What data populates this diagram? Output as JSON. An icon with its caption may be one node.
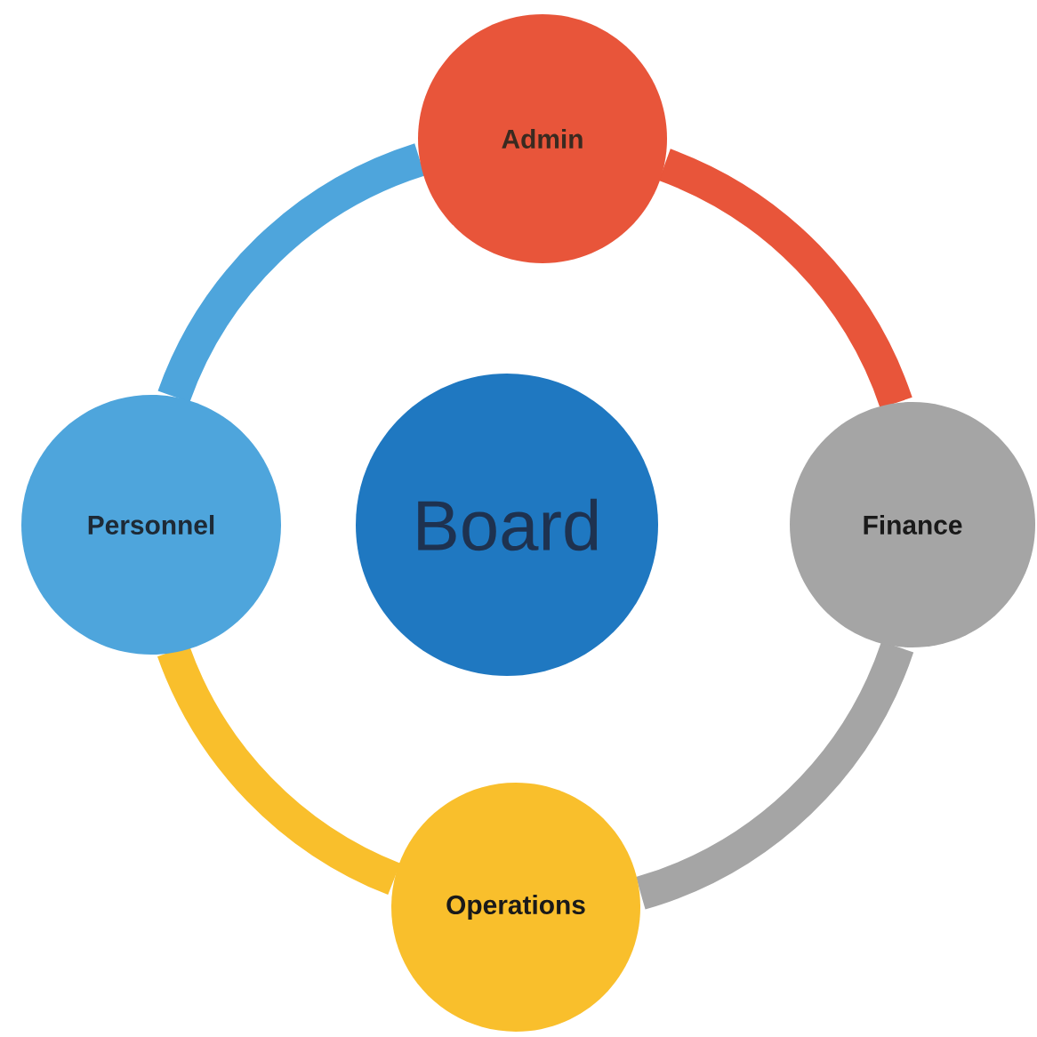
{
  "diagram": {
    "nodes": [
      {
        "text": [
          "Admin"
        ]
      },
      {
        "text": [
          "Personnel"
        ]
      },
      {
        "text": [
          "Board"
        ]
      },
      {
        "text": [
          "Finance"
        ]
      },
      {
        "text": [
          "Operations"
        ]
      }
    ],
    "edges": [
      {
        "from": 0,
        "to": 3,
        "arrow": "none",
        "color": "#e8553a"
      },
      {
        "from": 3,
        "to": 4,
        "arrow": "none",
        "color": "#a5a5a5"
      },
      {
        "from": 4,
        "to": 1,
        "arrow": "none",
        "color": "#f9bf2c"
      },
      {
        "from": 1,
        "to": 0,
        "arrow": "none",
        "color": "#4ea5dc"
      }
    ]
  }
}
